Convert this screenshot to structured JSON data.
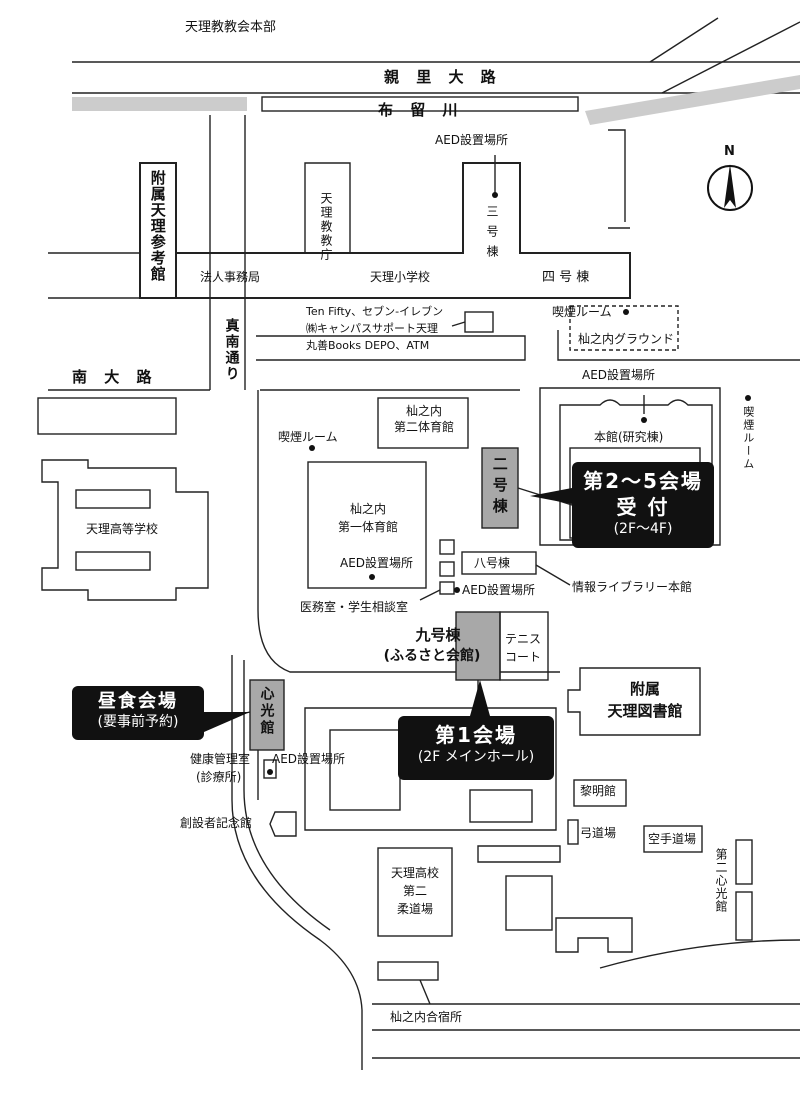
{
  "roads": {
    "tenrikyo_hq": "天理教教会本部",
    "oyasato_road": "親 里 大 路",
    "furu_river": "布 留 川",
    "nan_road": "南 大 路",
    "ma_nan_dori": "真南通り"
  },
  "buildings": {
    "sankokan": "附属天理参考館",
    "hojin_office": "法人事務局",
    "kyokai_cho": "天理教教庁",
    "elementary": "天理小学校",
    "bldg3": "三号棟",
    "bldg4": "四 号 棟",
    "shops": [
      "Ten Fifty、セブン-イレブン",
      "㈱キャンパスサポート天理",
      "丸善Books DEPO、ATM"
    ],
    "smoking1": "喫煙ルーム",
    "ground": "杣之内グラウンド",
    "high_school": "天理高等学校",
    "gym2": [
      "杣之内",
      "第二体育館"
    ],
    "gym1": [
      "杣之内",
      "第一体育館"
    ],
    "bldg2": "二号棟",
    "main_bldg": "本館(研究棟)",
    "bldg8": "八号棟",
    "info_library": "情報ライブラリー本館",
    "medical": "医務室・学生相談室",
    "bldg9": [
      "九号棟",
      "(ふるさと会館)"
    ],
    "tennis": [
      "テニス",
      "コート"
    ],
    "shinkokan": "心光館",
    "library": [
      "附属",
      "天理図書館"
    ],
    "health": [
      "健康管理室",
      "(診療所)"
    ],
    "founder_hall": "創設者記念館",
    "reimeikan": "黎明館",
    "kyudojo": "弓道場",
    "karate": "空手道場",
    "shinkokan2": "第二心光館",
    "judo": [
      "天理高校",
      "第二",
      "柔道場"
    ],
    "dorm": "杣之内合宿所"
  },
  "aed": {
    "label": "AED設置場所"
  },
  "smoking_label": "喫煙ルーム",
  "callouts": {
    "venue25": {
      "line1": "第2～5会場",
      "line2": "受 付",
      "line3": "(2F～4F)"
    },
    "venue1": {
      "line1": "第1会場",
      "line2": "(2F メインホール)"
    },
    "lunch": {
      "line1": "昼食会場",
      "line2": "(要事前予約)"
    }
  },
  "compass": {
    "letter": "N"
  },
  "colors": {
    "highlight_bldg": "#a8a8a8",
    "road_line": "#222222",
    "river_band": "#cccccc",
    "callout_bg": "#111111"
  }
}
